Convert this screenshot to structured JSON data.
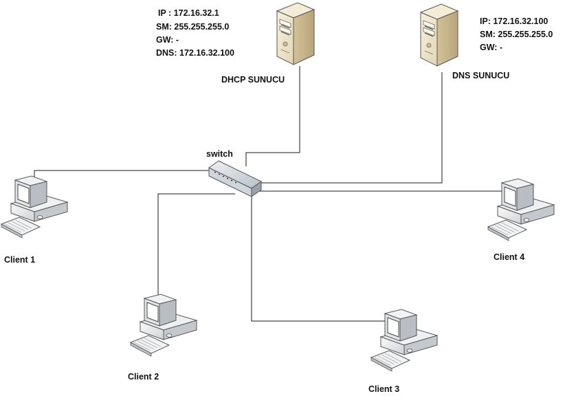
{
  "dhcp_server": {
    "label": "DHCP SUNUCU",
    "info": {
      "ip": "IP : 172.16.32.1",
      "sm": "SM: 255.255.255.0",
      "gw": "GW: -",
      "dns": "DNS: 172.16.32.100"
    }
  },
  "dns_server": {
    "label": "DNS SUNUCU",
    "info": {
      "ip": "IP: 172.16.32.100",
      "sm": "SM: 255.255.255.0",
      "gw": "GW: -"
    }
  },
  "switch": {
    "label": "switch"
  },
  "clients": [
    {
      "label": "Client 1"
    },
    {
      "label": "Client 2"
    },
    {
      "label": "Client 3"
    },
    {
      "label": "Client 4"
    }
  ],
  "colors": {
    "server_body": "#efe6cf",
    "server_side": "#c8b68c",
    "switch_body": "#d8dde3",
    "monitor_screen": "#ffffff",
    "line": "#1a1a1a"
  }
}
